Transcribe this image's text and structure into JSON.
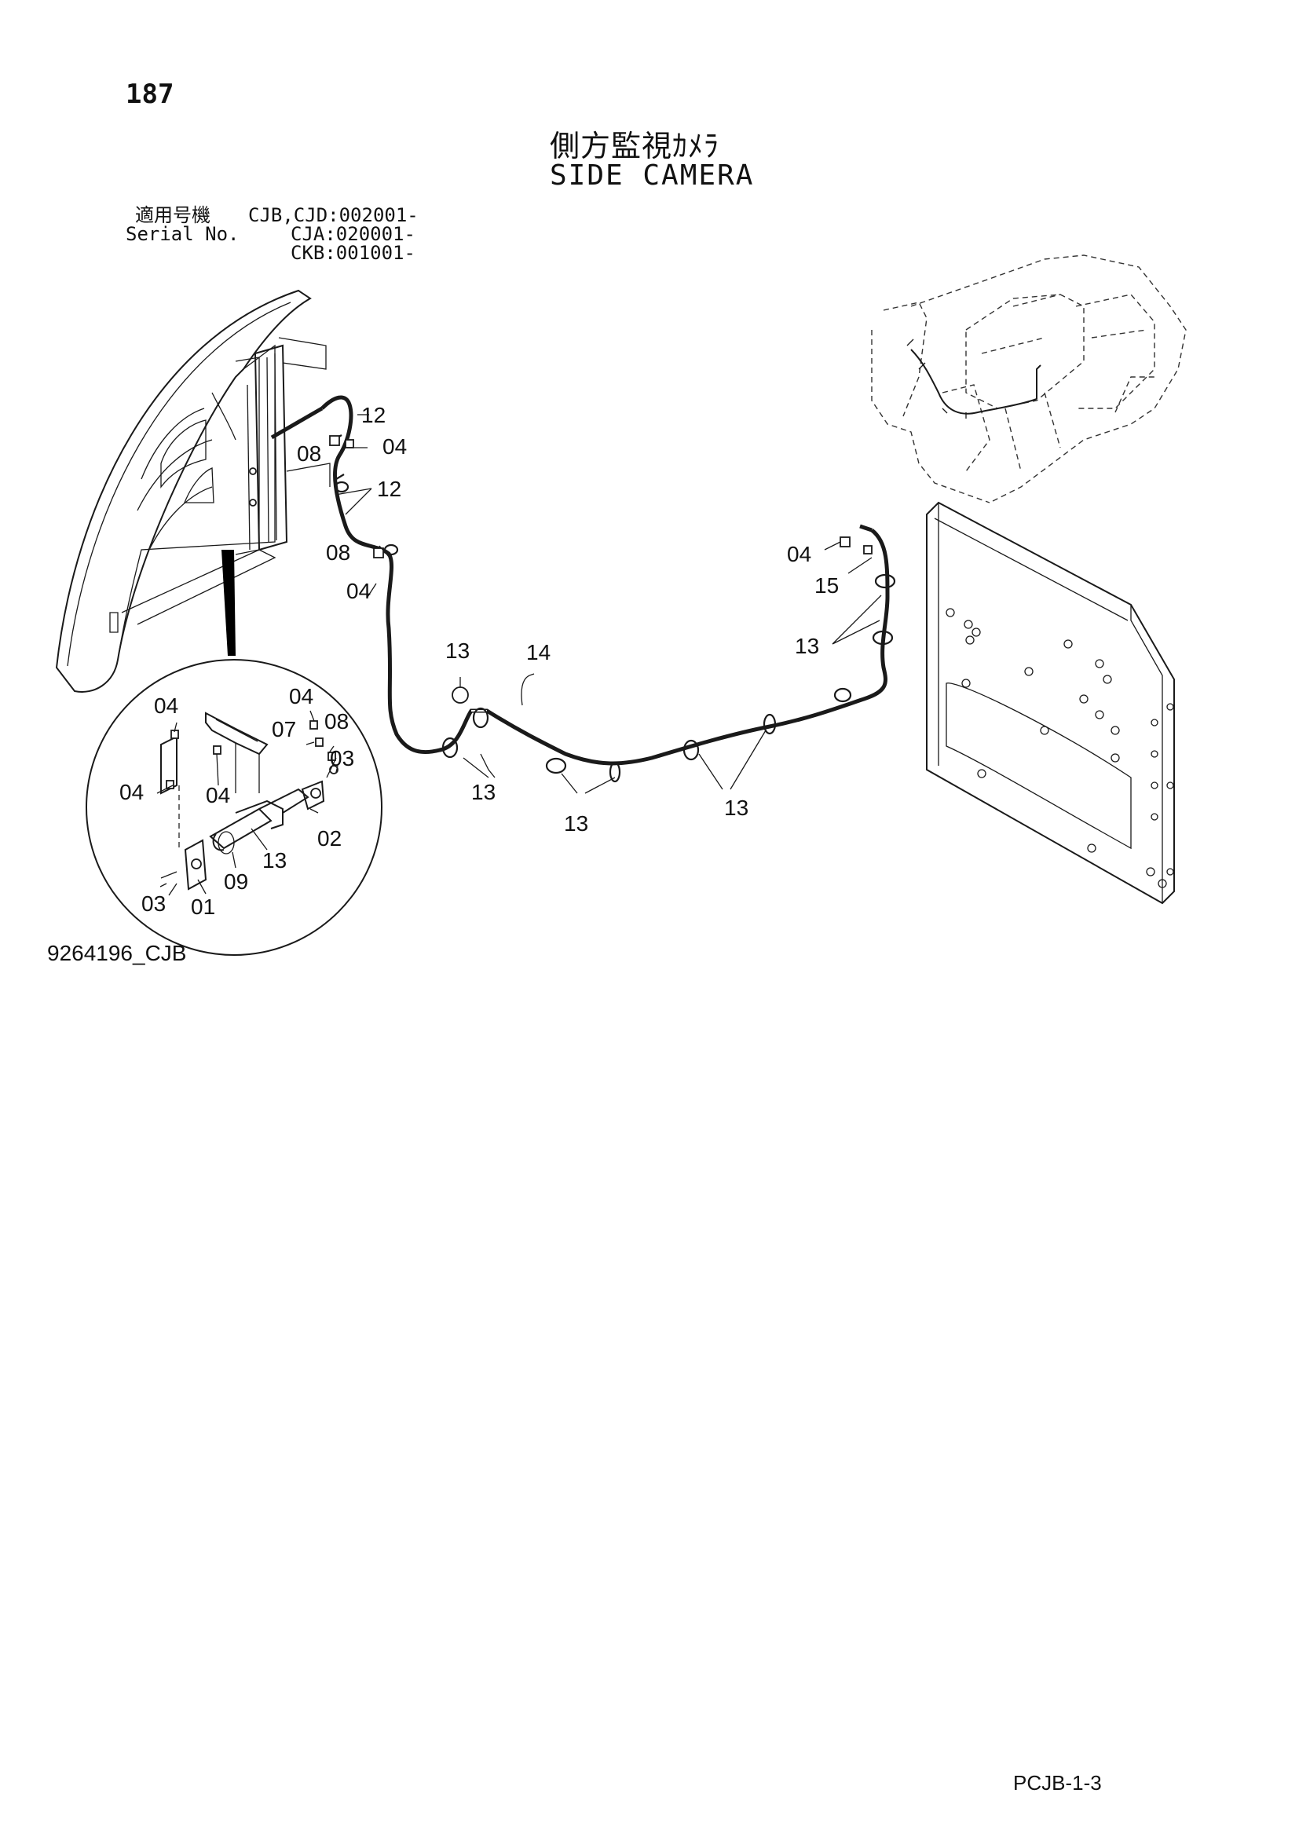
{
  "page_number": "187",
  "title": {
    "japanese": "側方監視ｶﾒﾗ",
    "english": "SIDE CAMERA"
  },
  "serial": {
    "label_ja": "適用号機",
    "label_en": "Serial No.",
    "line1": "CJB,CJD:002001-",
    "line2": "CJA:020001-",
    "line3": "CKB:001001-"
  },
  "callouts": {
    "c12a": "12",
    "c04a": "04",
    "c08a": "08",
    "c12b": "12",
    "c08b": "08",
    "c04b": "04",
    "c13a": "13",
    "c14": "14",
    "c13b": "13",
    "c13c": "13",
    "c13d": "13",
    "c04c": "04",
    "c15": "15",
    "c13e": "13",
    "d04a": "04",
    "d04b": "04",
    "d07": "07",
    "d08": "08",
    "d03a": "03",
    "d04c": "04",
    "d04d": "04",
    "d02": "02",
    "d13": "13",
    "d09": "09",
    "d03b": "03",
    "d01": "01"
  },
  "drawing_id": "9264196_CJB",
  "page_code": "PCJB-1-3"
}
